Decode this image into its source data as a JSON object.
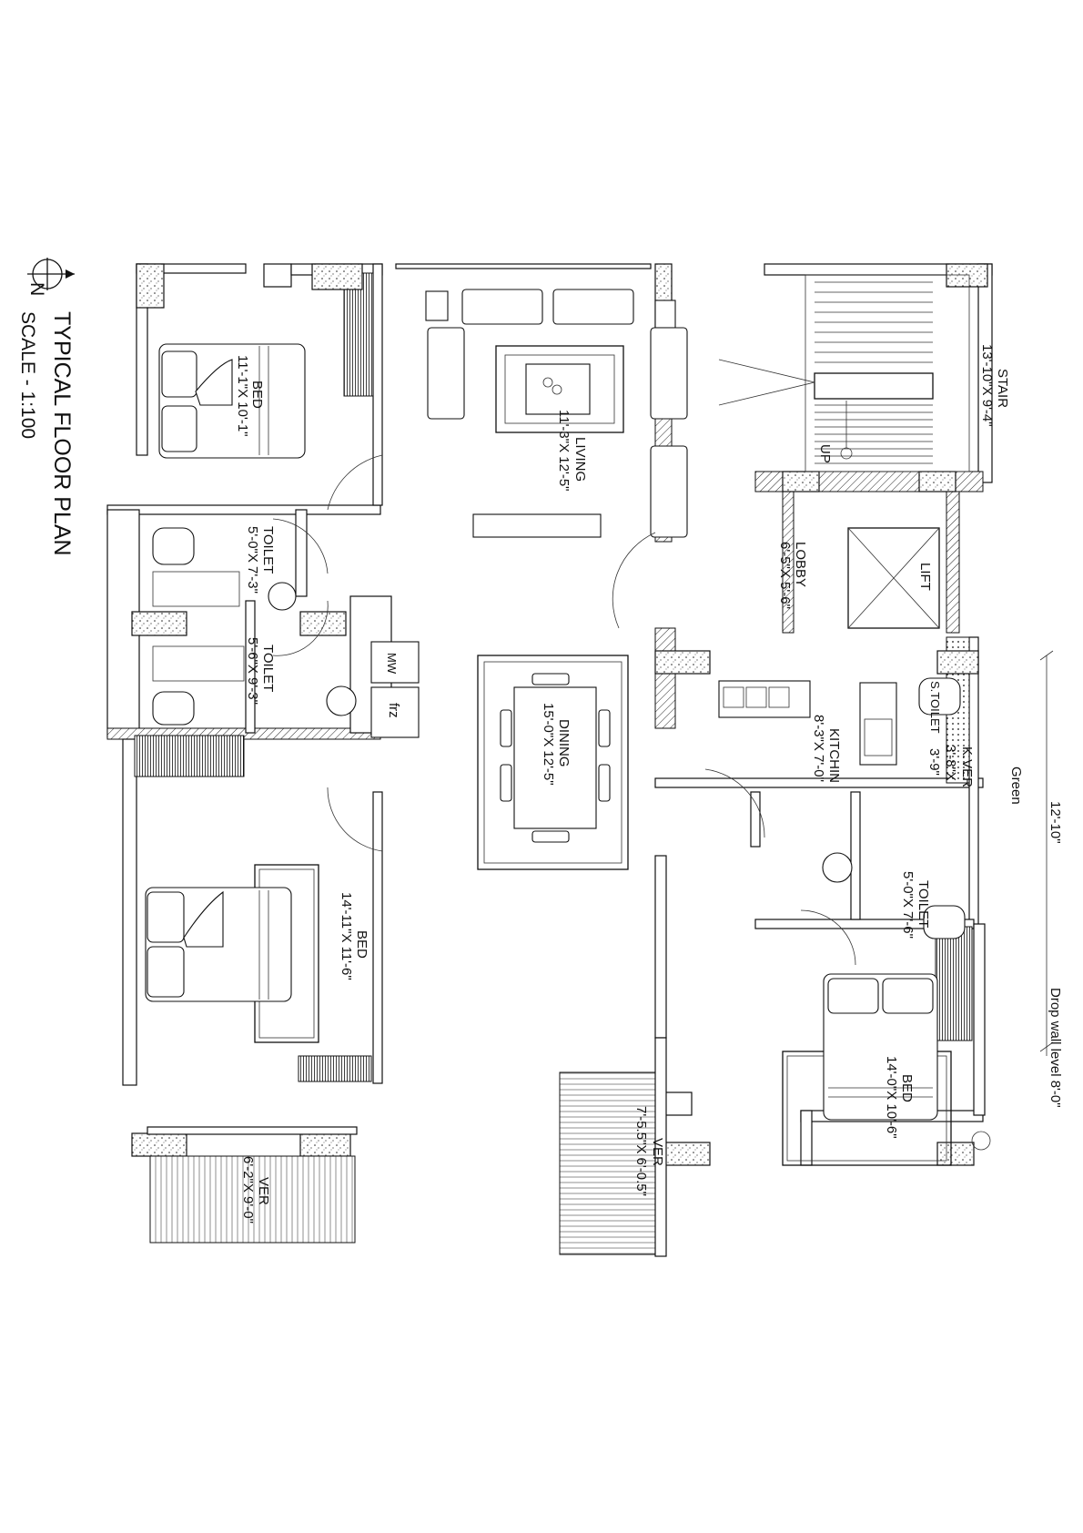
{
  "title": "TYPICAL FLOOR PLAN",
  "scale": "SCALE - 1:100",
  "north_label": "N",
  "rooms": {
    "bed1": {
      "name": "BED",
      "size": "11'-1\"X 10'-1\""
    },
    "living": {
      "name": "LIVING",
      "size": "11'-3\"X 12'-5\""
    },
    "stair": {
      "name": "STAIR",
      "size": "13'-10\"X 9'-4\"",
      "up": "UP"
    },
    "toilet1": {
      "name": "TOILET",
      "size": "5'-0\"X 7'-3\""
    },
    "toilet2": {
      "name": "TOILET",
      "size": "5'-6\"X 9'-3\""
    },
    "lobby": {
      "name": "LOBBY",
      "size": "6'-5\"X 5'-6\""
    },
    "lift": {
      "name": "LIFT"
    },
    "dining": {
      "name": "DINING",
      "size": "15'-0\"X 12'-5\""
    },
    "kitchen": {
      "name": "KITCHIN",
      "size": "8'-3\"X 7'-0\""
    },
    "stoilet": {
      "name": "S.TOILET"
    },
    "kver": {
      "name": "K.VER",
      "size1": "3'-8\"X",
      "size2": "3'-9\""
    },
    "green": {
      "name": "Green"
    },
    "bed2": {
      "name": "BED",
      "size": "14'-11\"X 11'-6\""
    },
    "toilet3": {
      "name": "TOILET",
      "size": "5'-0\"X 7'-6\""
    },
    "bed3": {
      "name": "BED",
      "size": "14'-0\"X 10'-6\""
    },
    "ver1": {
      "name": "VER",
      "size": "6'-2\"X 9'-0\""
    },
    "ver2": {
      "name": "VER",
      "size": "7'-5.5\"X 6'-0.5\""
    }
  },
  "fixtures": {
    "mw": "MW",
    "frz": "frz"
  },
  "dimensions": {
    "width": "12'-10\"",
    "drop_wall": "Drop wall level 8'-0\""
  }
}
